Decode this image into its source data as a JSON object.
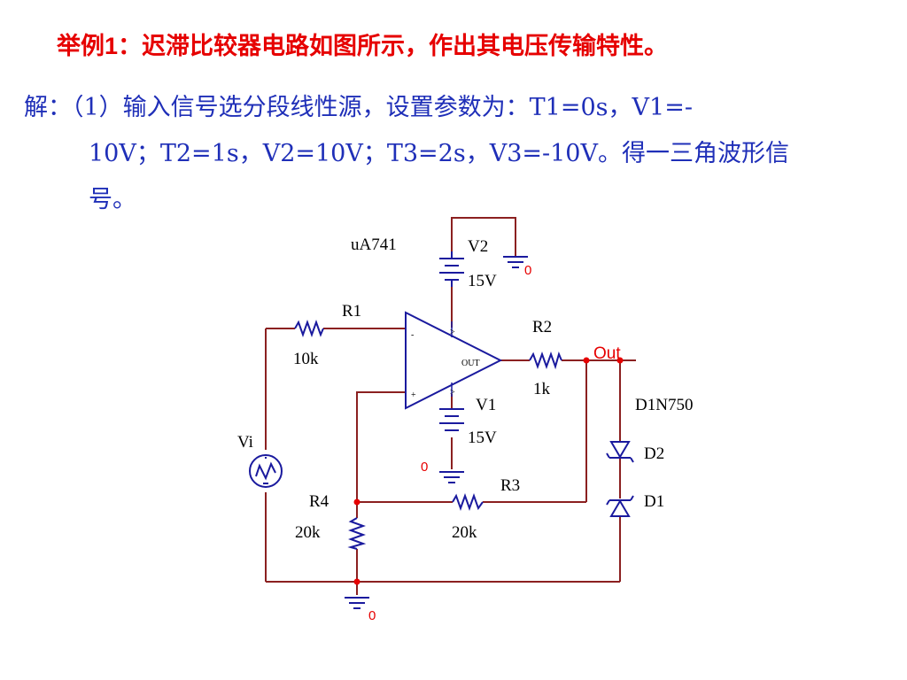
{
  "title": {
    "label": "举例1：",
    "text": "迟滞比较器电路如图所示，作出其电压传输特性。"
  },
  "solution": {
    "line1": "解：（1）输入信号选分段线性源，设置参数为：T1=0s，V1=-",
    "line2": "10V；T2=1s，V2=10V；T3=2s，V3=-10V。得一三角波形信",
    "line3": "号。"
  },
  "circuit": {
    "opamp_model": "uA741",
    "opamp_out_pin": "OUT",
    "opamp_minus": "-",
    "opamp_plus": "+",
    "v2_name": "V2",
    "v2_value": "15V",
    "v1_name": "V1",
    "v1_value": "15V",
    "r1_name": "R1",
    "r1_value": "10k",
    "r2_name": "R2",
    "r2_value": "1k",
    "r3_name": "R3",
    "r3_value": "20k",
    "r4_name": "R4",
    "r4_value": "20k",
    "source_name": "Vi",
    "out_label": "Out",
    "diode_model": "D1N750",
    "d2_name": "D2",
    "d1_name": "D1",
    "gnd_v2": "0",
    "gnd_v1": "0",
    "gnd_main": "0"
  },
  "colors": {
    "title": "#e60000",
    "solution": "#1f2fb8",
    "wire": "#8b2020",
    "component": "#1a1a9e",
    "node": "#e60000"
  }
}
